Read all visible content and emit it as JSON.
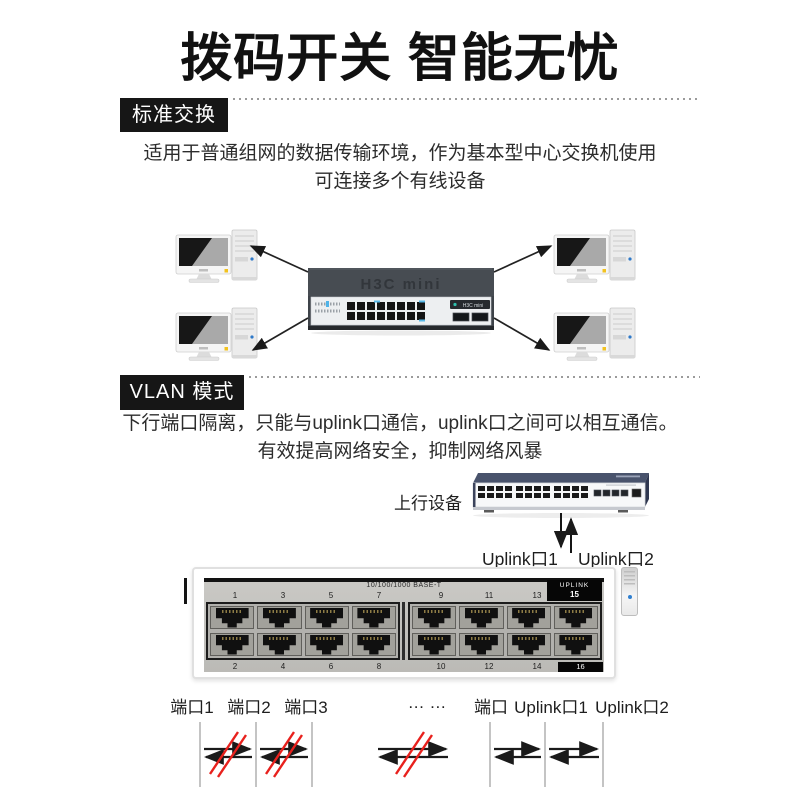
{
  "title": "拨码开关 智能无忧",
  "standard_section": {
    "badge": "标准交换",
    "line1": "适用于普通组网的数据传输环境，作为基本型中心交换机使用",
    "line2": "可连接多个有线设备",
    "switch_brand_top": "H3C mini",
    "switch_brand_label": "H3C mini"
  },
  "vlan_section": {
    "badge": "VLAN 模式",
    "line1": "下行端口隔离，只能与uplink口通信，uplink口之间可以相互通信。",
    "line2": "有效提高网络安全，抑制网络风暴",
    "upstream_device_label": "上行设备",
    "uplink1_label": "Uplink口1",
    "uplink2_label": "Uplink口2"
  },
  "port_panel": {
    "standard_label": "10/100/1000 BASE-T",
    "uplink_box_line1": "UPLINK",
    "uplink_box_line2": "15",
    "port16_label": "16",
    "top_numbers": [
      "1",
      "3",
      "5",
      "7",
      "9",
      "11",
      "13"
    ],
    "bottom_numbers": [
      "2",
      "4",
      "6",
      "8",
      "10",
      "12",
      "14"
    ]
  },
  "comm_diagram": {
    "port1": "端口1",
    "port2": "端口2",
    "port3": "端口3",
    "ellipsis": "… …",
    "port": "端口",
    "uplink1": "Uplink口1",
    "uplink2": "Uplink口2"
  },
  "colors": {
    "badge_bg": "#161616",
    "body_text": "#2c2c2c",
    "blocked_red": "#e8211d",
    "arrow_black": "#1a1a1a",
    "dotted_gray": "#9b9b9b"
  }
}
